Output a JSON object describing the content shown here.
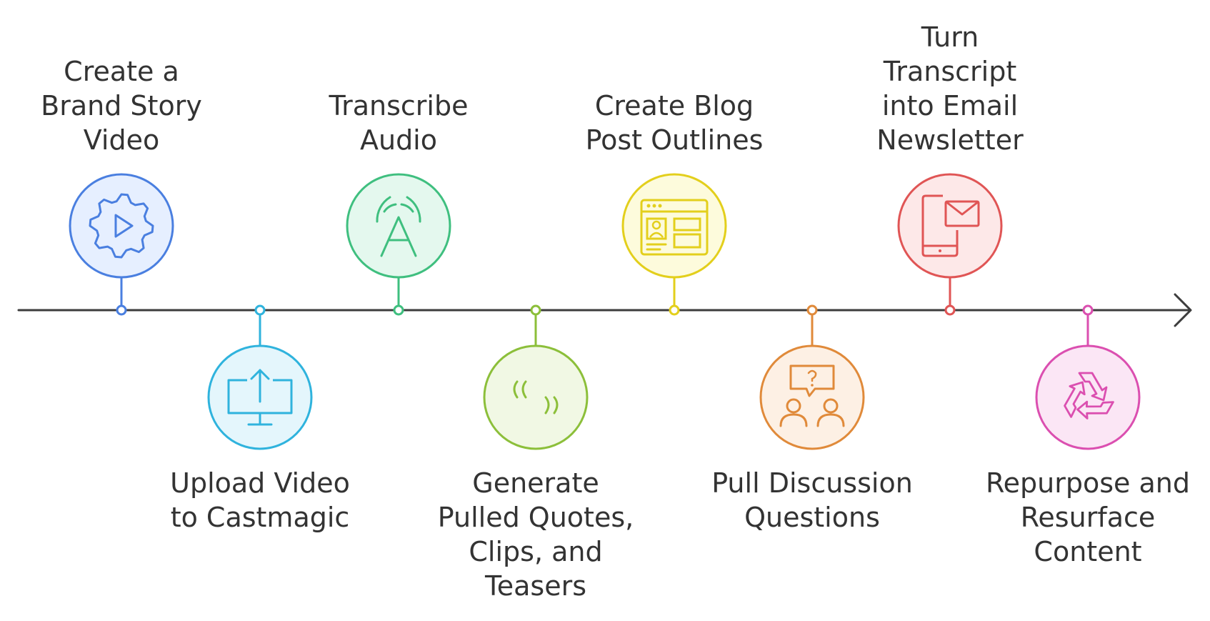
{
  "timeline": {
    "line_color": "#3d3d3d",
    "steps": [
      {
        "id": "brand-story",
        "lines": [
          "Create a",
          "Brand Story",
          "Video"
        ],
        "position": "above",
        "icon": "gear-play-icon",
        "stroke": "#4a7fe0",
        "fill": "#e6efff"
      },
      {
        "id": "upload",
        "lines": [
          "Upload Video",
          "to Castmagic"
        ],
        "position": "below",
        "icon": "monitor-upload-icon",
        "stroke": "#2fb3dd",
        "fill": "#e4f6fc"
      },
      {
        "id": "transcribe",
        "lines": [
          "Transcribe",
          "Audio"
        ],
        "position": "above",
        "icon": "speech-letter-icon",
        "stroke": "#3fbf7f",
        "fill": "#e4f8ee"
      },
      {
        "id": "quotes",
        "lines": [
          "Generate",
          "Pulled Quotes,",
          "Clips, and",
          "Teasers"
        ],
        "position": "below",
        "icon": "quote-marks-icon",
        "stroke": "#8cbf3a",
        "fill": "#f1f8e4"
      },
      {
        "id": "blog",
        "lines": [
          "Create Blog",
          "Post Outlines"
        ],
        "position": "above",
        "icon": "browser-layout-icon",
        "stroke": "#e3cf1c",
        "fill": "#fdfbdc"
      },
      {
        "id": "discussion",
        "lines": [
          "Pull Discussion",
          "Questions"
        ],
        "position": "below",
        "icon": "people-question-icon",
        "stroke": "#e08a3a",
        "fill": "#fdf0e4"
      },
      {
        "id": "newsletter",
        "lines": [
          "Turn",
          "Transcript",
          "into Email",
          "Newsletter"
        ],
        "position": "above",
        "icon": "phone-mail-icon",
        "stroke": "#e05555",
        "fill": "#fde8e8"
      },
      {
        "id": "repurpose",
        "lines": [
          "Repurpose and",
          "Resurface",
          "Content"
        ],
        "position": "below",
        "icon": "recycle-icon",
        "stroke": "#db4fb0",
        "fill": "#fbe6f5"
      }
    ]
  }
}
